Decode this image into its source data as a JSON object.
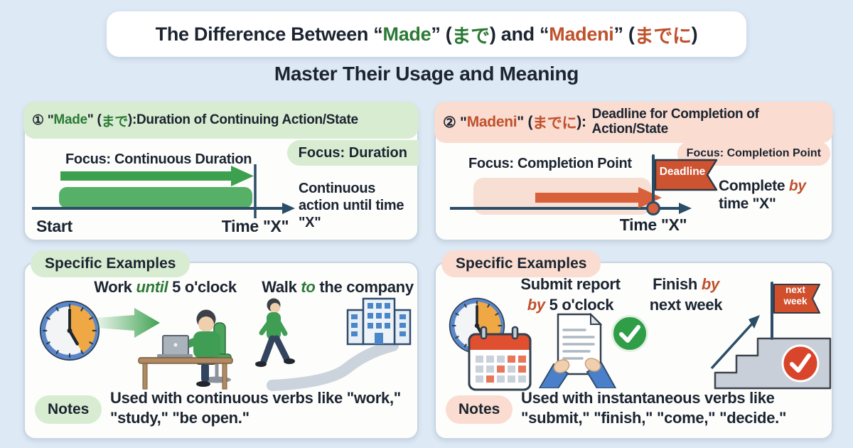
{
  "title": {
    "segments": [
      {
        "text": "The Difference Between “",
        "color": "black"
      },
      {
        "text": "Made",
        "color": "green"
      },
      {
        "text": "” (",
        "color": "black"
      },
      {
        "text": "まで",
        "color": "green"
      },
      {
        "text": ") and “",
        "color": "black"
      },
      {
        "text": "Madeni",
        "color": "orange"
      },
      {
        "text": "” (",
        "color": "black"
      },
      {
        "text": "までに",
        "color": "orange"
      },
      {
        "text": ")",
        "color": "black"
      }
    ],
    "subtitle": "Master Their Usage and Meaning"
  },
  "made_section": {
    "header": {
      "prefix": "① \"",
      "term": "Made",
      "mid": "\" (",
      "kana": "まで",
      "suffix": "): ",
      "desc": "Duration of Continuing Action/State"
    },
    "focus_badge": "Focus: Duration",
    "diagram": {
      "focus_label": "Focus: Continuous Duration",
      "side_note": "Continuous action until time \"X\"",
      "start_label": "Start",
      "time_label": "Time \"X\""
    },
    "examples": {
      "tab": "Specific Examples",
      "items": [
        {
          "pre": "Work ",
          "em": "until",
          "post": " 5 o'clock"
        },
        {
          "pre": "Walk ",
          "em": "to",
          "post": " the company"
        }
      ],
      "notes_label": "Notes",
      "notes_text": "Used with continuous verbs like \"work,\" \"study,\" \"be open.\""
    }
  },
  "madeni_section": {
    "header": {
      "prefix": "② \"",
      "term": "Madeni",
      "mid": "\" (",
      "kana": "までに",
      "suffix": "):",
      "desc": "Deadline for Completion of Action/State"
    },
    "focus_badge": "Focus: Completion Point",
    "diagram": {
      "focus_label": "Focus: Completion Point",
      "flag_label": "Deadline",
      "note_pre": "Complete ",
      "note_em": "by",
      "note_post": " time \"X\"",
      "time_label": "Time \"X\""
    },
    "examples": {
      "tab": "Specific Examples",
      "items": [
        {
          "line1": "Submit report",
          "em": "by",
          "post": " 5 o'clock"
        },
        {
          "pre": "Finish ",
          "em": "by",
          "line2": "next week"
        }
      ],
      "flag_label": "next week",
      "notes_label": "Notes",
      "notes_text": "Used with instantaneous verbs like \"submit,\" \"finish,\" \"come,\" \"decide.\""
    }
  },
  "colors": {
    "background": "#dde9f5",
    "made_green": "#2c7a36",
    "made_green_light": "#d7ecd1",
    "madeni_orange": "#c0512d",
    "madeni_orange_light": "#fadcd0",
    "timeline_navy": "#2b4d68",
    "green_arrow": "#3da04f",
    "green_bar": "#57b068",
    "orange_arrow": "#d8603a",
    "deadline_flag": "#ce5330",
    "check_green": "#2f9e47",
    "check_red": "#d9452b",
    "clock_rim_blue": "#5b86c9",
    "clock_sector_orange": "#f0a844"
  },
  "icons": {
    "clock-icon": "analog clock showing 5:00 with orange sector",
    "calendar-icon": "calendar with red header",
    "document-hands-icon": "report document held by two hands",
    "check-green-icon": "green circle with white checkmark",
    "check-red-icon": "red circle with white checkmark",
    "deadline-flag-icon": "orange pennant flag on pole",
    "next-week-flag-icon": "orange pennant flag on staircase",
    "stairs-icon": "ascending staircase with upward arrow",
    "desk-worker-illustration": "person working on laptop at desk",
    "walking-person-illustration": "person walking on path",
    "office-building-icon": "office building with blue windows",
    "duration-arrow-icon": "green rightward arrow",
    "completion-arrow-icon": "orange rightward arrow",
    "timeline-axis-icon": "navy timeline axis with arrowhead"
  }
}
